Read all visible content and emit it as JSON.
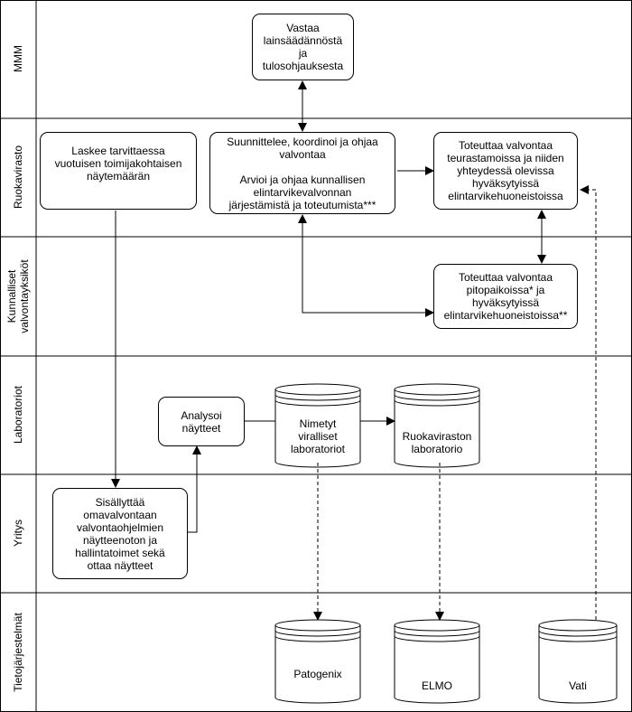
{
  "lanes": [
    {
      "id": "mmm",
      "label": "MMM"
    },
    {
      "id": "ruokavirasto",
      "label": "Ruokavirasto"
    },
    {
      "id": "kunnalliset",
      "label": "Kunnalliset\nvalvontayksiköt"
    },
    {
      "id": "laboratoriot",
      "label": "Laboratoriot"
    },
    {
      "id": "yritys",
      "label": "Yritys"
    },
    {
      "id": "tietojarjestelmat",
      "label": "Tietojärjestelmät"
    }
  ],
  "nodes": {
    "mmm_box": "Vastaa\nlainsäädännöstä\nja\ntulosohjauksesta",
    "laskee": "Laskee tarvittaessa\nvuotuisen toimijakohtaisen\nnäytemäärän",
    "suunnittelee": "Suunnittelee, koordinoi ja ohjaa\nvalvontaa\n\nArvioi ja ohjaa kunnallisen\nelintarvikevalvonnan\njärjestämistä ja toteutumista***",
    "toteuttaa_teurastamo": "Toteuttaa valvontaa\nteurastamoissa ja niiden\nyhteydessä olevissa\nhyväksytyissä\nelintarvikehuoneistoissa",
    "toteuttaa_pito": "Toteuttaa valvontaa\npitopaikoissa* ja\nhyväksytyissä\nelintarvikehuoneistoissa**",
    "analysoi": "Analysoi\nnäytteet",
    "nimetyt": "Nimetyt\nviralliset\nlaboratoriot",
    "ruokaviraston_lab": "Ruokaviraston\nlaboratorio",
    "sisallyttaa": "Sisällyttää\nomavalvontaan\nvalvontaohjelmien\nnäytteenoton ja\nhallintatoimet sekä\nottaa näytteet",
    "patogenix": "Patogenix",
    "elmo": "ELMO",
    "vati": "Vati"
  }
}
